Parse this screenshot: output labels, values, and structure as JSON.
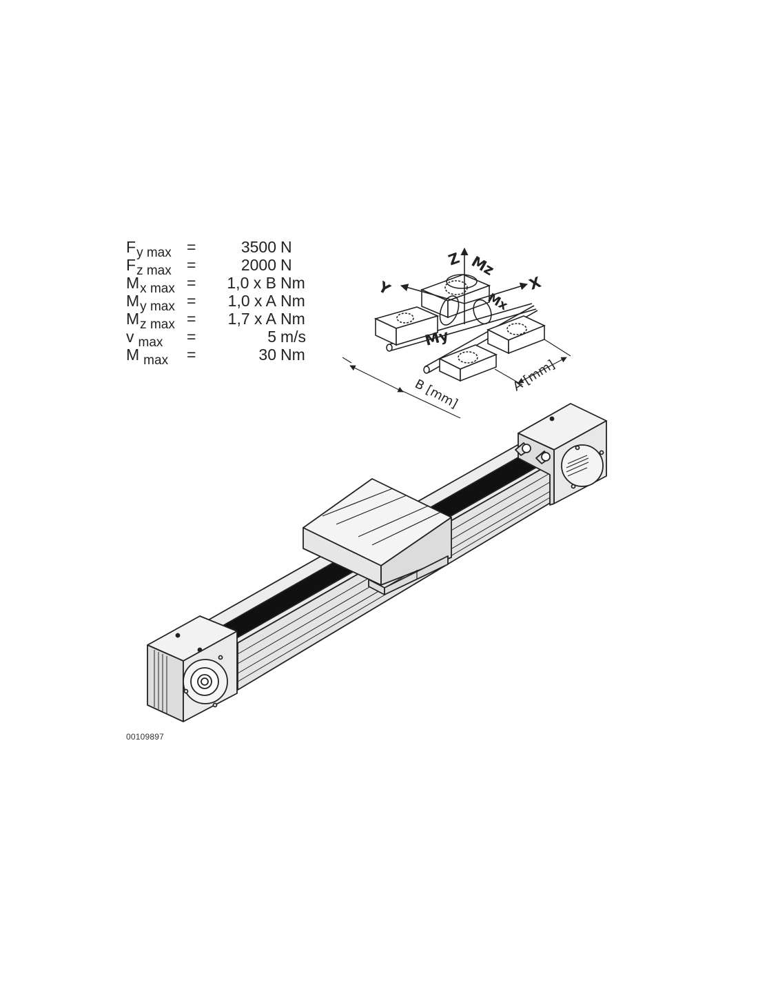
{
  "specs": [
    {
      "sym": "F",
      "sub": "y max",
      "eq": "=",
      "value": "3500",
      "unit": "N"
    },
    {
      "sym": "F",
      "sub": "z max",
      "eq": "=",
      "value": "2000",
      "unit": "N"
    },
    {
      "sym": "M",
      "sub": "x max",
      "eq": "=",
      "value": "1,0 x B",
      "unit": "Nm"
    },
    {
      "sym": "M",
      "sub": "y max",
      "eq": "=",
      "value": "1,0 x A",
      "unit": "Nm"
    },
    {
      "sym": "M",
      "sub": "z max",
      "eq": "=",
      "value": "1,7 x A",
      "unit": "Nm"
    },
    {
      "sym": "v",
      "sub": "max",
      "eq": "=",
      "value": "5",
      "unit": "m/s"
    },
    {
      "sym": "M",
      "sub": "max",
      "eq": "=",
      "value": "30",
      "unit": "Nm"
    }
  ],
  "axes": {
    "x": "X",
    "y": "Y",
    "z": "Z",
    "mx": "Mx",
    "my": "My",
    "mz": "Mz"
  },
  "dimensions": {
    "a": "A [mm]",
    "b": "B [mm]"
  },
  "figure_id": "00109897"
}
